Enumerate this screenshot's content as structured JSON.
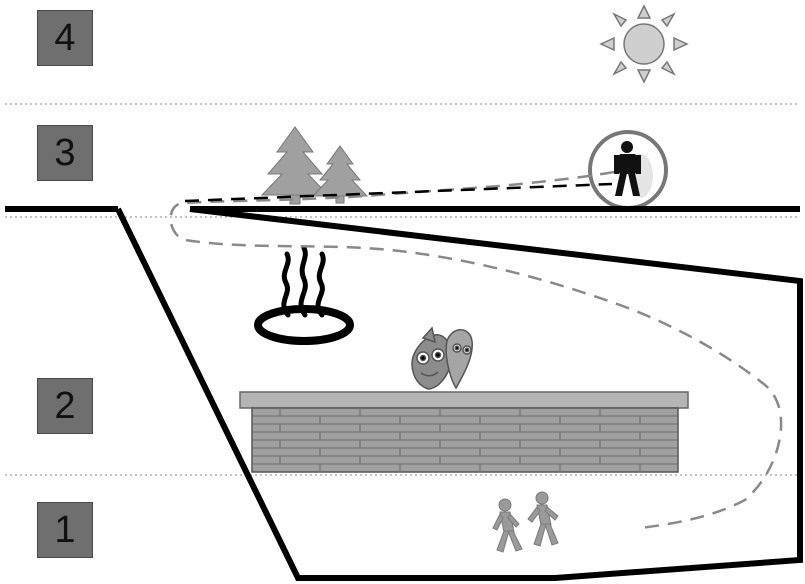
{
  "levels": [
    {
      "label": "4"
    },
    {
      "label": "3"
    },
    {
      "label": "2"
    },
    {
      "label": "1"
    }
  ],
  "icons": [
    "sun-icon",
    "trees-icon",
    "person-in-circle-icon",
    "heat-waves-icon",
    "creatures-icon",
    "brick-wall-icon",
    "walking-people-icon"
  ],
  "colors": {
    "level_box": "#6f6f6f",
    "outline": "#000000",
    "dashed_path": "#8a8a8a",
    "tree": "#9a9a9a",
    "wall": "#a8a8a8"
  }
}
